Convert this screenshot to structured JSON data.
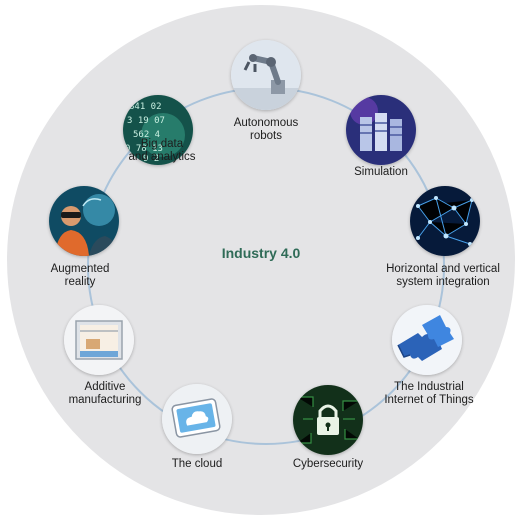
{
  "title": "Industry 4.0",
  "colors": {
    "title": "#2f6b57",
    "ring": "#aac3da",
    "background_disc": "#e4e4e6"
  },
  "pillars": [
    {
      "id": "autonomous-robots",
      "label_lines": [
        "Autonomous",
        "robots"
      ],
      "icon": "robot-arm-icon"
    },
    {
      "id": "simulation",
      "label_lines": [
        "Simulation"
      ],
      "icon": "server-icon"
    },
    {
      "id": "system-integration",
      "label_lines": [
        "Horizontal and vertical",
        "system integration"
      ],
      "icon": "network-icon"
    },
    {
      "id": "industrial-iot",
      "label_lines": [
        "The Industrial",
        "Internet of Things"
      ],
      "icon": "puzzle-icon"
    },
    {
      "id": "cybersecurity",
      "label_lines": [
        "Cybersecurity"
      ],
      "icon": "padlock-icon"
    },
    {
      "id": "cloud",
      "label_lines": [
        "The cloud"
      ],
      "icon": "cloud-icon"
    },
    {
      "id": "additive-manufacturing",
      "label_lines": [
        "Additive",
        "manufacturing"
      ],
      "icon": "3d-printer-icon"
    },
    {
      "id": "augmented-reality",
      "label_lines": [
        "Augmented",
        "reality"
      ],
      "icon": "ar-headset-icon"
    },
    {
      "id": "big-data",
      "label_lines": [
        "Big data",
        "and analytics"
      ],
      "icon": "data-numbers-icon"
    }
  ]
}
